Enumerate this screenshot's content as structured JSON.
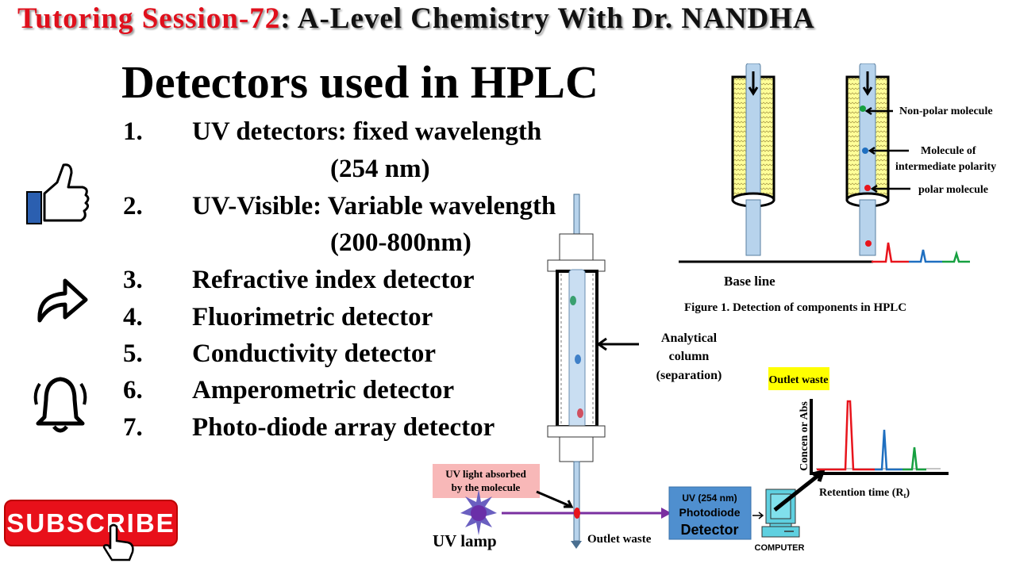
{
  "title": {
    "session": "Tutoring Session-72",
    "rest": ": A-Level Chemistry With Dr. NANDHA"
  },
  "heading": "Detectors used in HPLC",
  "detectors": [
    {
      "num": "1.",
      "text": "UV detectors: fixed wavelength",
      "sub": "(254 nm)"
    },
    {
      "num": "2.",
      "text": "UV-Visible: Variable wavelength",
      "sub": "(200-800nm)"
    },
    {
      "num": "3.",
      "text": "Refractive index detector"
    },
    {
      "num": "4.",
      "text": "Fluorimetric detector"
    },
    {
      "num": "5.",
      "text": "Conductivity detector"
    },
    {
      "num": "6.",
      "text": "Amperometric detector"
    },
    {
      "num": "7.",
      "text": "Photo-diode array detector"
    }
  ],
  "social": {
    "subscribe": "SUBSCRIBE",
    "icons": [
      "thumbs-up-icon",
      "share-icon",
      "bell-icon",
      "hand-cursor-icon"
    ]
  },
  "figure1": {
    "labels": {
      "nonpolar": "Non-polar molecule",
      "intermediate_1": "Molecule of",
      "intermediate_2": "intermediate polarity",
      "polar": "polar molecule"
    },
    "baseline": "Base line",
    "caption": "Figure 1.  Detection of components in HPLC"
  },
  "apparatus": {
    "column_label_1": "Analytical",
    "column_label_2": "column",
    "column_label_3": "(separation)",
    "uv_absorbed_1": "UV light absorbed",
    "uv_absorbed_2": "by the molecule",
    "uv_lamp": "UV lamp",
    "outlet_waste": "Outlet waste",
    "detector_1": "UV (254 nm)",
    "detector_2": "Photodiode",
    "detector_3": "Detector",
    "computer": "COMPUTER",
    "outlet_waste_tag": "Outlet waste",
    "chart_ylabel": "Concen or Abs",
    "chart_xlabel": "Retention time (R",
    "chart_xlabel_sub": "t",
    "chart_xlabel_end": ")"
  },
  "colors": {
    "title_red": "#e0101c",
    "subscribe_red": "#e8101a",
    "detector_blue": "#4f8fcf",
    "beam_purple": "#7a2fa0",
    "tag_yellow": "#ffff00",
    "peak_red": "#e8141c",
    "peak_blue": "#1f6fc0",
    "peak_green": "#16a040"
  }
}
